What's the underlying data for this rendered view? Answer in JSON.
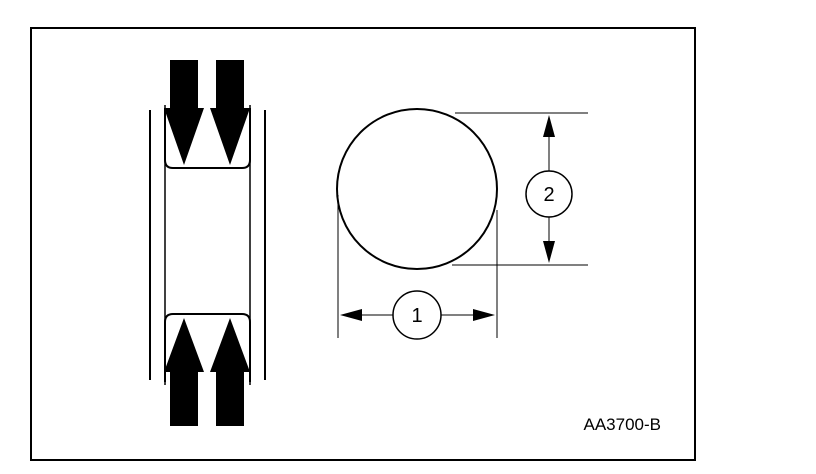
{
  "figure": {
    "id_label": "AA3700-B",
    "callouts": [
      {
        "label": "1"
      },
      {
        "label": "2"
      }
    ]
  },
  "colors": {
    "line": "#000000",
    "background": "#ffffff"
  }
}
